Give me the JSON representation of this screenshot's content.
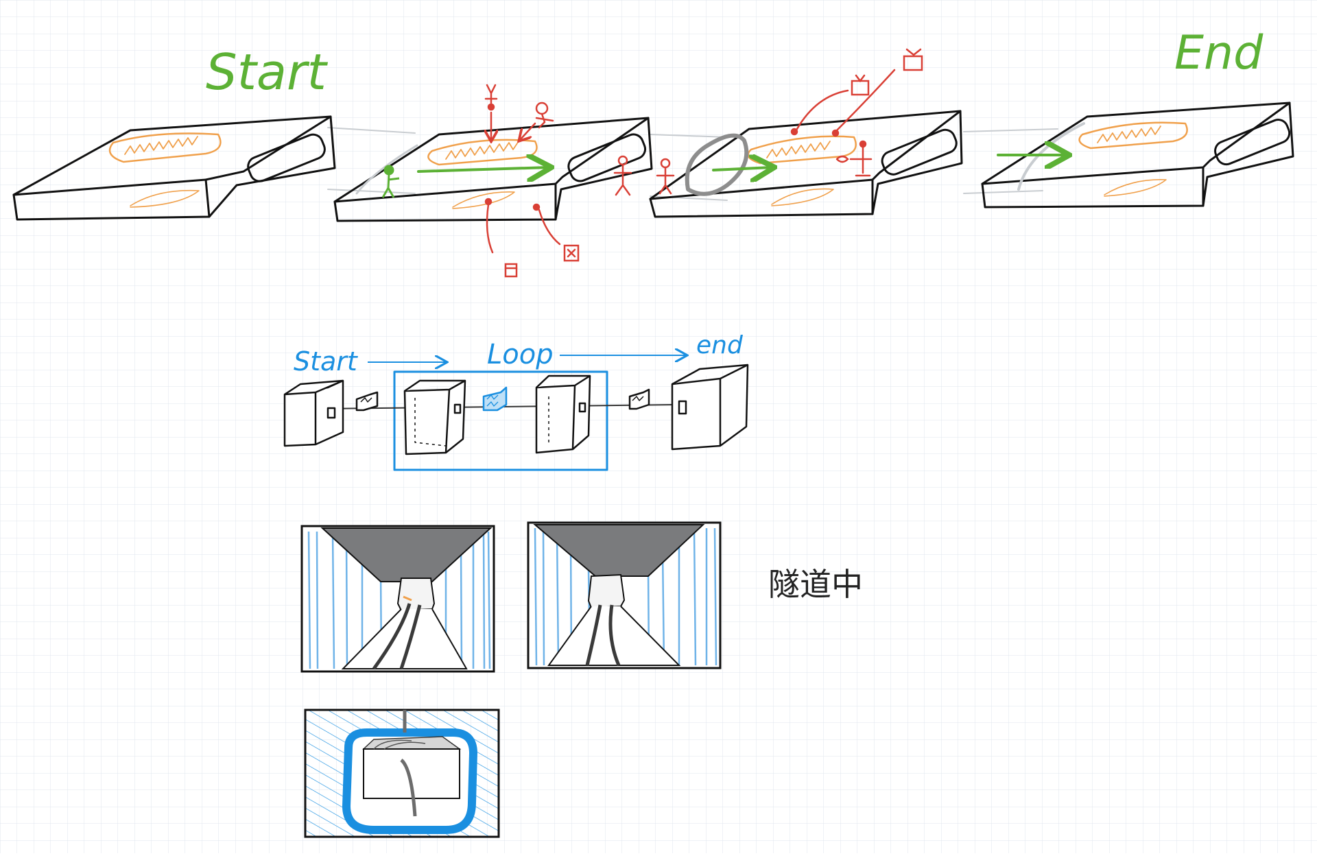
{
  "labels": {
    "start_big": "Start",
    "end_big": "End",
    "start_small": "Start",
    "loop": "Loop",
    "end_small": "end",
    "tunnel_note": "隧道中"
  },
  "colors": {
    "ink": "#111111",
    "green": "#5cb135",
    "orange": "#f0a04b",
    "red": "#d93f35",
    "blue": "#1a8fe0",
    "grey": "#9a9a9a",
    "dark_grey": "#777777",
    "grid": "#dfe6ee"
  }
}
